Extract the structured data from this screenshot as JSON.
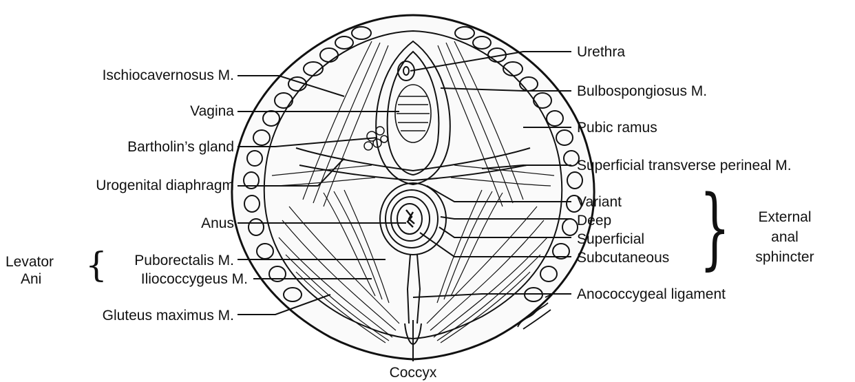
{
  "diagram": {
    "labels": {
      "ischiocavernosus": "Ischiocavernosus M.",
      "vagina": "Vagina",
      "bartholin": "Bartholin’s gland",
      "urogenital": "Urogenital diaphragm",
      "anus": "Anus",
      "levator": "Levator",
      "ani": "Ani",
      "puborectalis": "Puborectalis M.",
      "iliococcygeus": "Iliococcygeus M.",
      "gluteus": "Gluteus maximus M.",
      "coccyx": "Coccyx",
      "urethra": "Urethra",
      "bulbospongiosus": "Bulbospongiosus M.",
      "pubic_ramus": "Pubic ramus",
      "superficial_transverse": "Superficial transverse perineal M.",
      "variant": "Variant",
      "deep": "Deep",
      "superficial": "Superficial",
      "subcutaneous": "Subcutaneous",
      "external": "External",
      "anal": "anal",
      "sphincter": "sphincter",
      "anococcygeal": "Anococcygeal ligament"
    },
    "colors": {
      "ink": "#111111",
      "paper": "#ffffff"
    }
  }
}
